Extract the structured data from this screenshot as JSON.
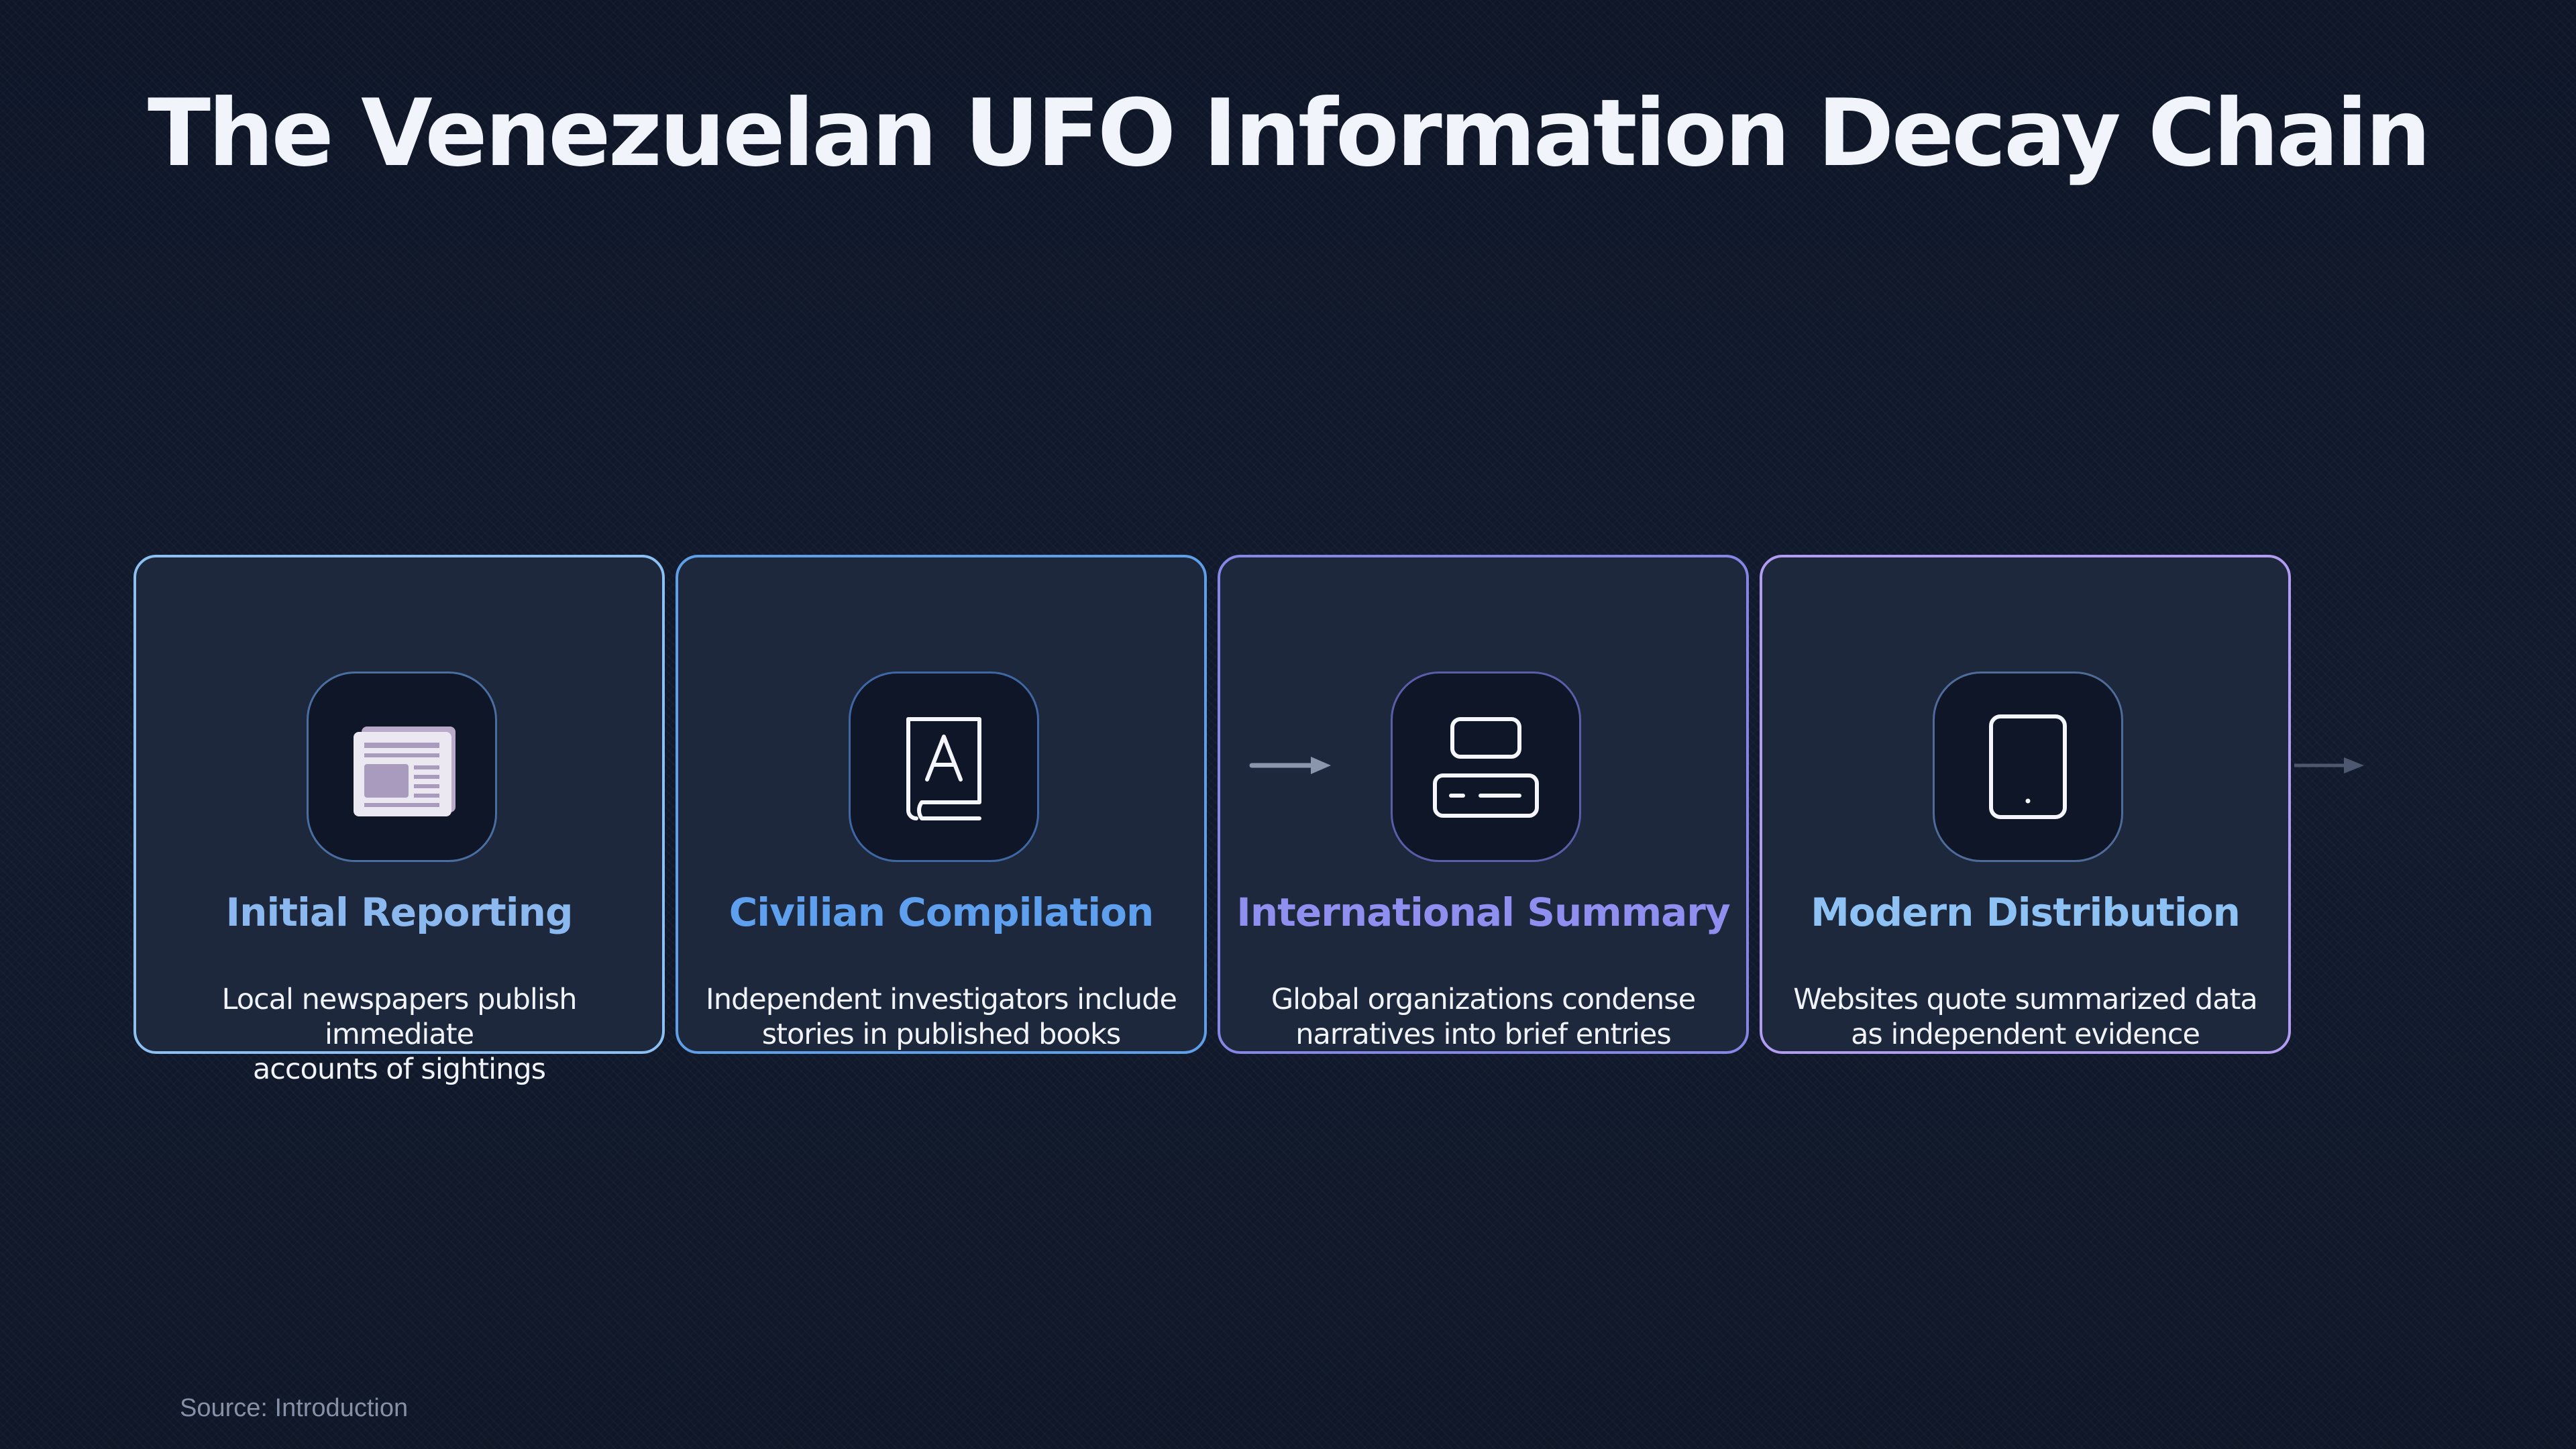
{
  "title": "The Venezuelan UFO Information Decay Chain",
  "stages": [
    {
      "title": "Initial Reporting",
      "description_line1": "Local newspapers publish immediate",
      "description_line2": "accounts of sightings",
      "icon": "newspaper-icon",
      "accent": "#8ab8ef"
    },
    {
      "title": "Civilian Compilation",
      "description_line1": "Independent investigators include",
      "description_line2": "stories in published books",
      "icon": "book-icon",
      "accent": "#5fa0ee"
    },
    {
      "title": "International Summary",
      "description_line1": "Global organizations condense",
      "description_line2": "narratives into brief entries",
      "icon": "database-icon",
      "accent": "#8f8ff0"
    },
    {
      "title": "Modern Distribution",
      "description_line1": "Websites quote summarized data",
      "description_line2": "as independent evidence",
      "icon": "tablet-icon",
      "accent": "#8ec2f4"
    }
  ],
  "colors": {
    "background": "#111a2c",
    "card_background": "#1d283d",
    "icon_box_background": "#0e1628",
    "card1_border": "#8cc0f2",
    "card2_border": "#5f9fe8",
    "card3_border": "#8686e6",
    "card4_border": "#b29cf2"
  },
  "source": "Source: Introduction"
}
